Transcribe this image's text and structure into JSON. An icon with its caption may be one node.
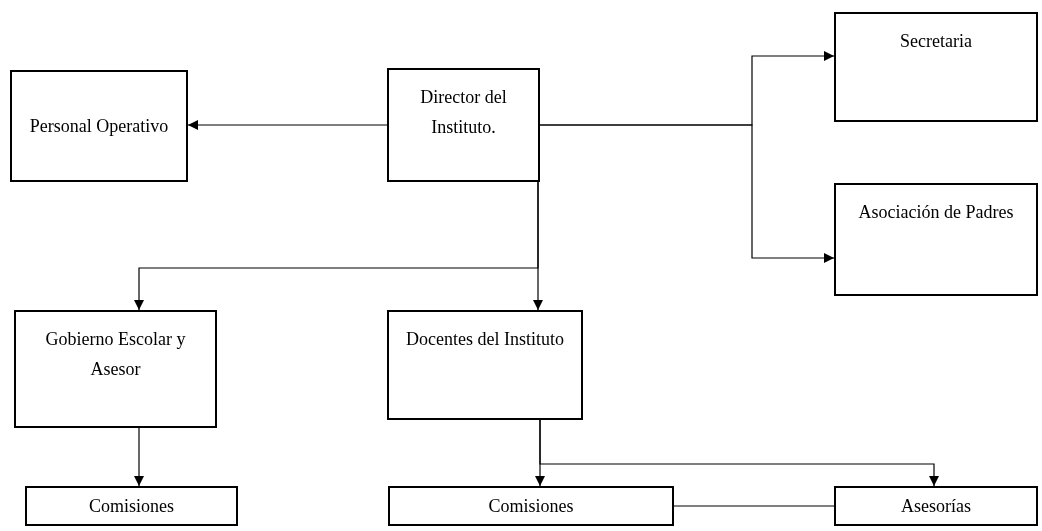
{
  "diagram": {
    "nodes": [
      {
        "text": [
          "Director del Instituto."
        ]
      },
      {
        "text": [
          "Personal Operativo"
        ]
      },
      {
        "text": [
          "Secretaria"
        ]
      },
      {
        "text": [
          "Asociación de Padres"
        ]
      },
      {
        "text": [
          "Gobierno Escolar y Asesor"
        ]
      },
      {
        "text": [
          "Docentes del Instituto"
        ]
      },
      {
        "text": [
          "Comisiones"
        ]
      },
      {
        "text": [
          "Comisiones"
        ]
      },
      {
        "text": [
          "Asesorías"
        ]
      }
    ],
    "edges": [
      {
        "from": 0,
        "to": 1,
        "arrow": "to"
      },
      {
        "from": 0,
        "to": 2,
        "arrow": "to"
      },
      {
        "from": 0,
        "to": 3,
        "arrow": "to"
      },
      {
        "from": 0,
        "to": 4,
        "arrow": "to"
      },
      {
        "from": 0,
        "to": 5,
        "arrow": "to"
      },
      {
        "from": 4,
        "to": 6,
        "arrow": "to"
      },
      {
        "from": 5,
        "to": 7,
        "arrow": "to"
      },
      {
        "from": 5,
        "to": 8,
        "arrow": "to"
      },
      {
        "from": 7,
        "to": 8,
        "arrow": "none"
      }
    ]
  }
}
